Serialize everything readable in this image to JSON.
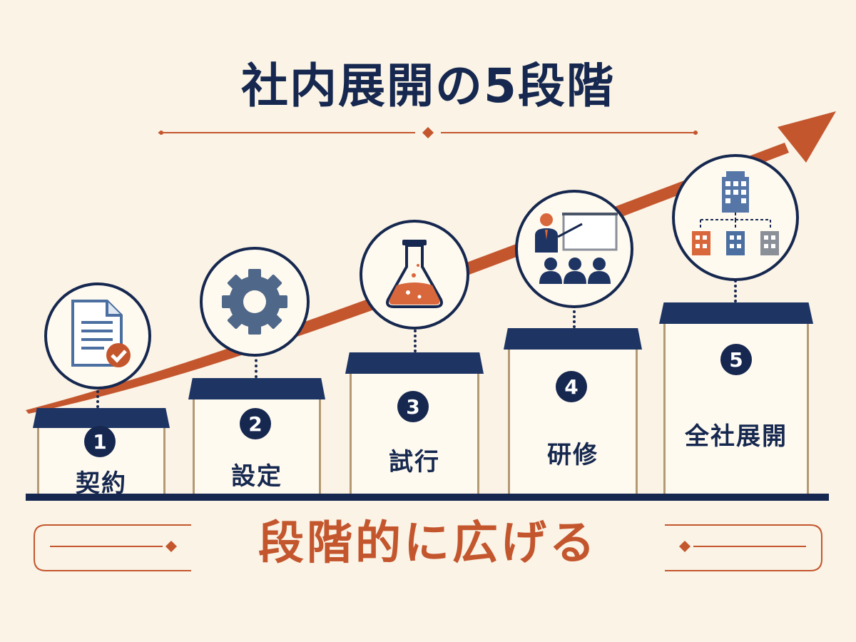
{
  "title": "社内展開の5段階",
  "footer": "段階的に広げる",
  "colors": {
    "navy": "#16284f",
    "orange": "#c4562e",
    "background": "#faf3e6"
  },
  "steps": [
    {
      "number": "1",
      "label": "契約",
      "icon": "contract-document-check-icon"
    },
    {
      "number": "2",
      "label": "設定",
      "icon": "gear-icon"
    },
    {
      "number": "3",
      "label": "試行",
      "icon": "flask-icon"
    },
    {
      "number": "4",
      "label": "研修",
      "icon": "training-presentation-icon"
    },
    {
      "number": "5",
      "label": "全社展開",
      "icon": "company-org-buildings-icon"
    }
  ]
}
